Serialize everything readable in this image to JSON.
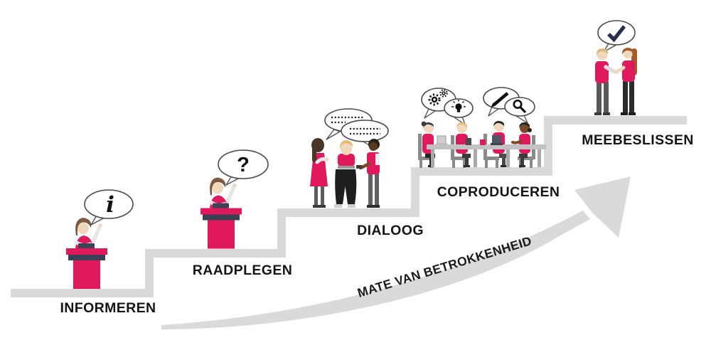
{
  "diagram": {
    "name": "participatieladder",
    "arrow": {
      "label": "MATE VAN BETROKKENHEID"
    },
    "steps": [
      {
        "label": "INFORMEREN",
        "bubble_text": "i",
        "figure": "speaker-at-podium",
        "bubble_icons": [
          "info-italic"
        ]
      },
      {
        "label": "RAADPLEGEN",
        "bubble_text": "?",
        "figure": "speaker-at-podium",
        "bubble_icons": [
          "question-mark"
        ]
      },
      {
        "label": "DIALOOG",
        "figure": "three-people-talking",
        "bubble_icons": [
          "dotted-speech-text",
          "dotted-speech-text"
        ]
      },
      {
        "label": "COPRODUCEREN",
        "figure": "four-people-meeting-table",
        "bubble_icons": [
          "gears",
          "lightbulb",
          "pencil",
          "magnifying-glass"
        ]
      },
      {
        "label": "MEEBESLISSEN",
        "figure": "two-people-handshake",
        "bubble_icons": [
          "checkmark"
        ]
      }
    ],
    "colors": {
      "pink": "#E0185C",
      "step_gray": "#D9D9D9",
      "arrow_gray": "#DADADA",
      "navy": "#3B4155",
      "ink": "#1A1A1A",
      "checkmark_navy": "#26304A"
    }
  }
}
